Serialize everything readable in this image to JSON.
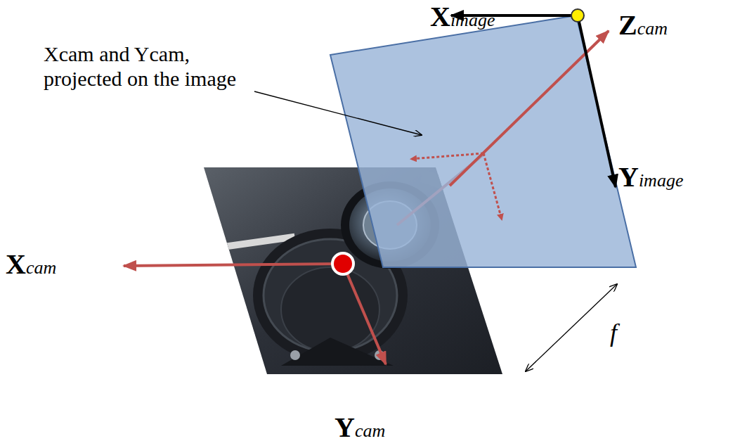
{
  "diagram": {
    "labels": [
      "Ximage",
      "Zcam",
      "Xcam and Ycam, projected on the image",
      "Yimage",
      "Xcam",
      "Ycam",
      "f"
    ]
  }
}
